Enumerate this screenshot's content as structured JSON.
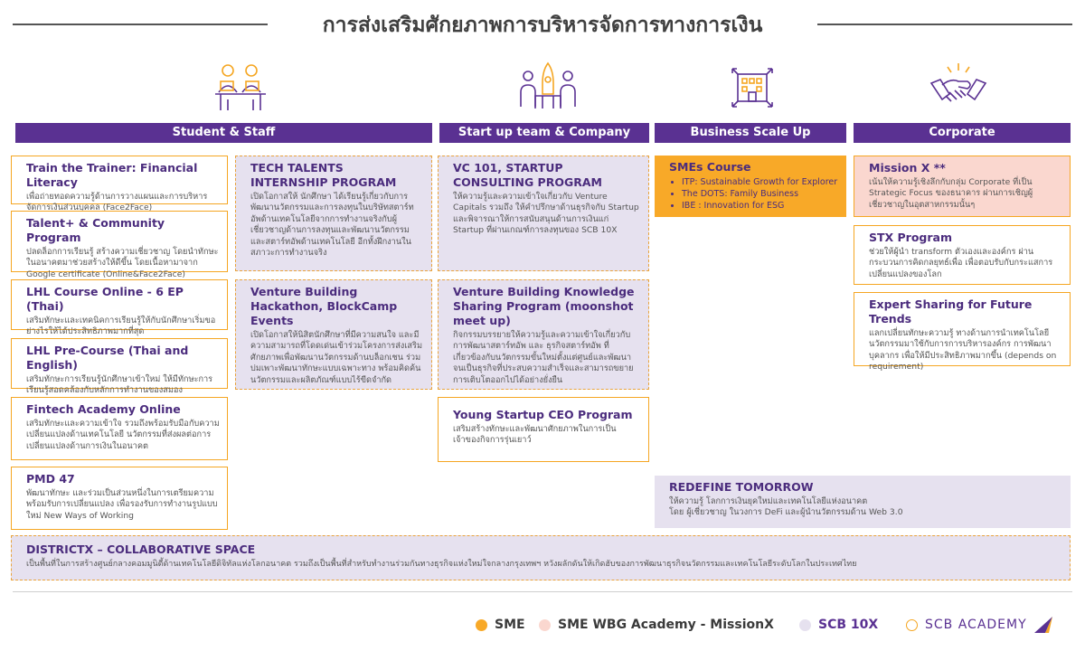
{
  "title": "การส่งเสริมศักยภาพการบริหารจัดการทางการเงิน",
  "colors": {
    "purple": "#5a3192",
    "orange": "#f8a928",
    "pink": "#fad7cf",
    "lavender": "#e6e1ef"
  },
  "columns": [
    {
      "label": "Student & Staff",
      "icon": "students-laptop-icon"
    },
    {
      "label": "Start up team & Company",
      "icon": "rocket-team-icon"
    },
    {
      "label": "Business Scale Up",
      "icon": "building-expand-icon"
    },
    {
      "label": "Corporate",
      "icon": "handshake-icon"
    }
  ],
  "student": [
    {
      "title": "Train the Trainer: Financial Literacy",
      "desc": "เพื่อถ่ายทอดความรู้ด้านการวางแผนและการบริหารจัดการเงินส่วนบุคคล (Face2Face)"
    },
    {
      "title": "Talent+ & Community Program",
      "desc": "ปลดล็อกการเรียนรู้ สร้างความเชี่ยวชาญ โดยนำทักษะในอนาคตมาช่วยสร้างให้ดีขึ้น โดยเนื้อหามาจาก Google certificate (Online&Face2Face)"
    },
    {
      "title": "LHL Course Online - 6 EP (Thai)",
      "desc": "เสริมทักษะและเทคนิคการเรียนรู้ให้กับนักศึกษาเริ่มขอย่างไรให้ได้ประสิทธิภาพมากที่สุด"
    },
    {
      "title": "LHL Pre-Course (Thai and English)",
      "desc": "เสริมทักษะการเรียนรู้นักศึกษาเข้าใหม่ ให้มีทักษะการเรียนรู้สอดคล้องกับหลักการทำงานของสมอง"
    },
    {
      "title": "Fintech Academy Online",
      "desc": "เสริมทักษะและความเข้าใจ รวมถึงพร้อมรับมือกับความเปลี่ยนแปลงด้านเทคโนโลยี นวัตกรรมที่ส่งผลต่อการเปลี่ยนแปลงด้านการเงินในอนาคต"
    },
    {
      "title": "PMD 47",
      "desc": "พัฒนาทักษะ และร่วมเป็นส่วนหนึ่งในการเตรียมความพร้อมรับการเปลี่ยนแปลง เพื่อรองรับการทำงานรูปแบบใหม่ New Ways of Working"
    }
  ],
  "student_right": [
    {
      "title": "TECH TALENTS INTERNSHIP PROGRAM",
      "desc": "เปิดโอกาสให้ นักศึกษา ได้เรียนรู้เกี่ยวกับการพัฒนานวัตกรรมและการลงทุนในบริษัทสตาร์ทอัพด้านเทคโนโลยีจากการทำงานจริงกับผู้เชี่ยวชาญด้านการลงทุนและพัฒนานวัตกรรม และสตาร์ทอัพด้านเทคโนโลยี อีกทั้งฝึกงานในสภาวะการทำงานจริง"
    },
    {
      "title": "Venture Building Hackathon, BlockCamp Events",
      "desc": "เปิดโอกาสให้นิสิตนักศึกษาที่มีความสนใจ และมีความสามารถที่โดดเด่นเข้าร่วมโครงการส่งเสริมศักยภาพเพื่อพัฒนานวัตกรรมด้านบล็อกเชน ร่วมบ่มเพาะพัฒนาทักษะแบบเฉพาะทาง พร้อมคิดค้นนวัตกรรมและผลิตภัณฑ์แบบไร้ขีดจำกัด"
    }
  ],
  "startup": [
    {
      "title": "VC 101, STARTUP CONSULTING PROGRAM",
      "desc": "ให้ความรู้และความเข้าใจเกี่ยวกับ Venture Capitals รวมถึง ให้คำปรึกษาด้านธุรกิจกับ Startup และพิจารณาให้การสนับสนุนด้านการเงินแก่ Startup ที่ผ่านเกณฑ์การลงทุนของ SCB 10X"
    },
    {
      "title": "Venture Building Knowledge Sharing Program (moonshot meet up)",
      "desc": "กิจกรรมบรรยายให้ความรู้และความเข้าใจเกี่ยวกับการพัฒนาสตาร์ทอัพ และ ธุรกิจสตาร์ทอัพ ที่เกี่ยวข้องกับนวัตกรรมขั้นใหม่ตั้งแต่ศูนย์และพัฒนาจนเป็นธุรกิจที่ประสบความสำเร็จและสามารถขยายการเติบโตออกไปได้อย่างยั่งยืน"
    },
    {
      "title": "Young Startup CEO Program",
      "desc": "เสริมสร้างทักษะและพัฒนาศักยภาพในการเป็นเจ้าของกิจการรุ่นเยาว์"
    }
  ],
  "smes": {
    "title": "SMEs Course",
    "bullets": [
      "ITP: Sustainable Growth for Explorer",
      "The DOTS: Family Business",
      "IBE : Innovation for ESG"
    ]
  },
  "corporate": [
    {
      "title": "Mission X **",
      "desc": "เน้นให้ความรู้เชิงลึกกับกลุ่ม Corporate ที่เป็น Strategic Focus ของธนาคาร ผ่านการเชิญผู้เชี่ยวชาญในอุตสาหกรรมนั้นๆ"
    },
    {
      "title": "STX Program",
      "desc": "ช่วยให้ผู้นำ transform ตัวเองและองค์กร ผ่านกระบวนการคิดกลยุทธ์เพื่อ เพื่อตอบรับกับกระแสการเปลี่ยนแปลงของโลก"
    },
    {
      "title": "Expert Sharing for Future Trends",
      "desc": "แลกเปลี่ยนทักษะความรู้ ทางด้านการนำเทคโนโลยีนวัตกรรมมาใช้กับการการบริหารองค์กร การพัฒนาบุคลากร เพื่อให้มีประสิทธิภาพมากขึ้น (depends on requirement)"
    }
  ],
  "redefine": {
    "title": "REDEFINE TOMORROW",
    "desc": "ให้ความรู้ โลกการเงินยุคใหม่และเทคโนโลยีแห่งอนาคต\nโดย ผู้เชี่ยวชาญ ในวงการ DeFi และผู้นำนวัตกรรมด้าน Web 3.0"
  },
  "district": {
    "title": "DISTRICTX – COLLABORATIVE SPACE",
    "desc": "เป็นพื้นที่ในการสร้างศูนย์กลางคอมมูนิตี้ด้านเทคโนโลยีดิจิทัลแห่งโลกอนาคต รวมถึงเป็นพื้นที่สำหรับทำงานร่วมกันทางธุรกิจแห่งใหม่ใจกลางกรุงเทพฯ หวังผลักดันให้เกิดฮับของการพัฒนาธุรกิจนวัตกรรมและเทคโนโลยีระดับโลกในประเทศไทย"
  },
  "legend": [
    {
      "label": "SME",
      "color": "#f8a928"
    },
    {
      "label": "SME WBG Academy - MissionX",
      "color": "#fad7cf"
    },
    {
      "label": "SCB 10X",
      "color": "#e6e1ef"
    },
    {
      "label": "SCB ACADEMY",
      "color": "#f5a622"
    }
  ]
}
